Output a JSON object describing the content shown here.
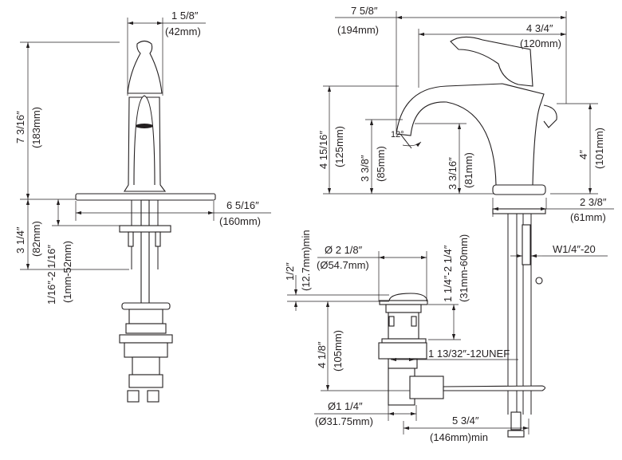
{
  "front_view": {
    "handle_width": {
      "in": "1 5/8″",
      "mm": "(42mm)"
    },
    "overall_height": {
      "in": "7 3/16″",
      "mm": "(183mm)"
    },
    "plate_width": {
      "in": "6 5/16″",
      "mm": "(160mm)"
    },
    "shank_length": {
      "in": "3 1/4″",
      "mm": "(82mm)"
    },
    "deck_thickness": {
      "in": "1/16″-2 1/16″",
      "mm": "(1mm-52mm)"
    }
  },
  "side_view": {
    "overall_depth": {
      "in": "7 5/8″",
      "mm": "(194mm)"
    },
    "spout_reach": {
      "in": "4 3/4″",
      "mm": "(120mm)"
    },
    "spout_height": {
      "in": "4 15/16″",
      "mm": "(125mm)"
    },
    "aerator_height": {
      "in": "3 3/8″",
      "mm": "(85mm)"
    },
    "outlet_height": {
      "in": "3 3/16″",
      "mm": "(81mm)"
    },
    "handle_height": {
      "in": "4″",
      "mm": "(101mm)"
    },
    "angle": "12°",
    "base_width": {
      "in": "2 3/8″",
      "mm": "(61mm)"
    },
    "thread": "W1/4″-20"
  },
  "drain": {
    "flange_height": {
      "in": "1/2″",
      "mm": "(12.7mm)min"
    },
    "flange_diameter": {
      "in": "Ø 2 1/8″",
      "mm": "(Ø54.7mm)"
    },
    "body_range": {
      "in": "1 1/4″-2 1/4″",
      "mm": "(31mm-60mm)"
    },
    "drain_length": {
      "in": "4 1/8″",
      "mm": "(105mm)"
    },
    "thread": "1 13/32″-12UNEF",
    "tail_diameter": {
      "in": "Ø1 1/4″",
      "mm": "(Ø31.75mm)"
    },
    "rod_length": {
      "in": "5 3/4″",
      "mm": "(146mm)min"
    }
  }
}
